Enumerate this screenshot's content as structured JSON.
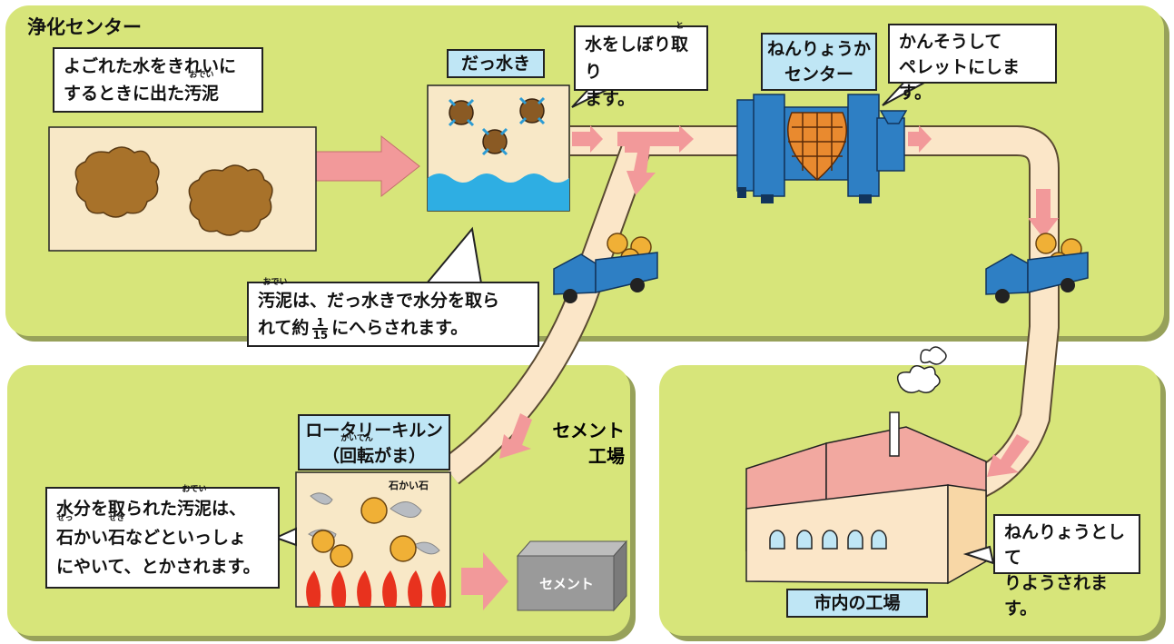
{
  "panels": {
    "purification": {
      "title": "浄化センター"
    },
    "cement": {
      "title": "セメント工場",
      "title_line1": "セメント",
      "title_line2": "工場"
    },
    "factory": {
      "label": "市内の工場"
    }
  },
  "sludge_box": {
    "line1": "よごれた水をきれいに",
    "line2_pre": "するときに出た",
    "line2_word": "汚泥",
    "line2_ruby": "おでい"
  },
  "dewatering": {
    "label": "だっ水き"
  },
  "squeeze_box": {
    "line1_pre": "水をしぼり",
    "line1_word": "取",
    "line1_ruby": "と",
    "line1_post": "り",
    "line2": "ます。"
  },
  "fuel_center": {
    "line1": "ねんりょうか",
    "line2": "センター"
  },
  "dry_box": {
    "line1": "かんそうして",
    "line2": "ペレットにします。"
  },
  "reduce_box": {
    "line1_word": "汚泥",
    "line1_ruby": "おでい",
    "line1_post": "は、だっ水きで水分を取ら",
    "line2_pre": "れて約",
    "frac_num": "1",
    "frac_den": "15",
    "line2_post": "にへらされます。"
  },
  "kiln": {
    "line1": "ロータリーキルン",
    "line2_open": "（",
    "line2_word": "回転",
    "line2_ruby": "かいてん",
    "line2_post": "がま）",
    "stone_label": "石かい石"
  },
  "kiln_box": {
    "line1_pre": "水分を取られた",
    "line1_word": "汚泥",
    "line1_ruby": "おでい",
    "line1_post": "は、",
    "line2_w1": "石",
    "line2_r1": "せっ",
    "line2_mid": "かい",
    "line2_w2": "石",
    "line2_r2": "せき",
    "line2_post": "などといっしょ",
    "line3": "にやいて、とかされます。"
  },
  "cement_block": {
    "label": "セメント"
  },
  "fuel_box": {
    "line1": "ねんりょうとして",
    "line2": "りようされます。"
  },
  "colors": {
    "panel": "#d7e57a",
    "arrow": "#f2999a",
    "pipe": "#fbe6c8",
    "label_blue": "#bfe6f5",
    "machine": "#2e7fc4"
  }
}
